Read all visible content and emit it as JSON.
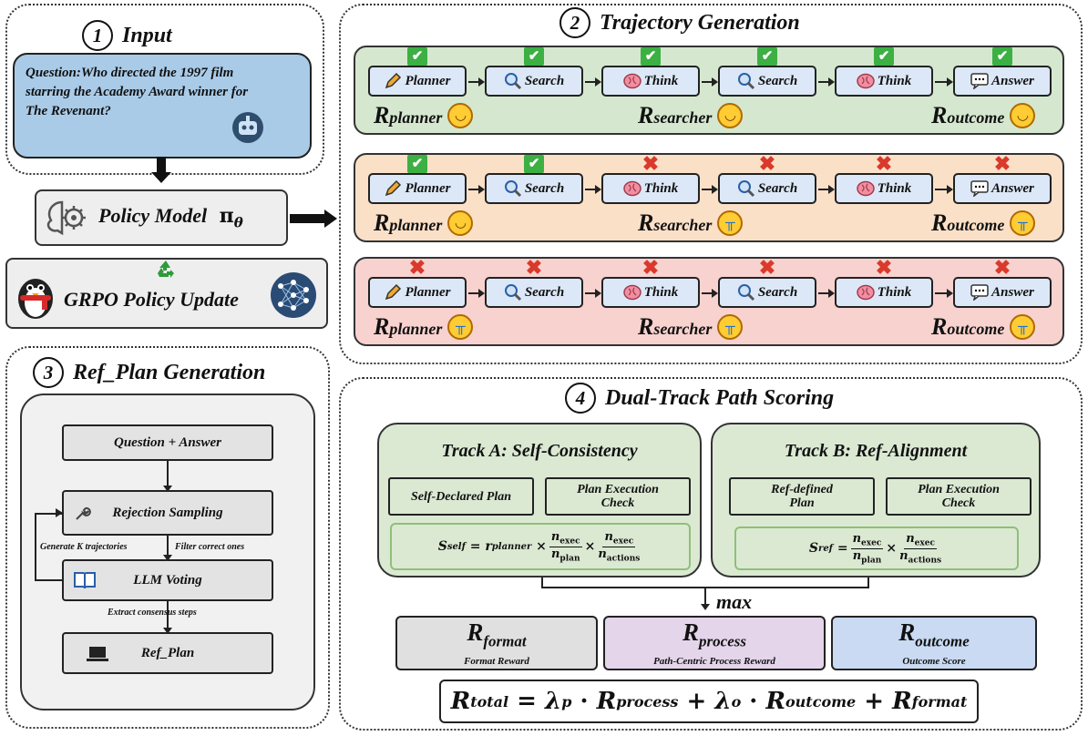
{
  "input": {
    "num": "1",
    "title": "Input",
    "question": "Question:Who directed the 1997 film starring the Academy Award winner for The Revenant?"
  },
  "policy": {
    "label": "Policy Model",
    "symbol": "π",
    "sub": "θ"
  },
  "grpo": {
    "label": "GRPO Policy Update"
  },
  "traj": {
    "num": "2",
    "title": "Trajectory Generation",
    "steps": [
      "Planner",
      "Search",
      "Think",
      "Search",
      "Think",
      "Answer"
    ],
    "rewards": {
      "planner": "planner",
      "searcher": "searcher",
      "outcome": "outcome",
      "R": "R"
    },
    "rows": [
      {
        "color": "#d5e8cf",
        "marks": [
          "ok",
          "ok",
          "ok",
          "ok",
          "ok",
          "ok"
        ],
        "faces": [
          "happy",
          "happy",
          "happy"
        ]
      },
      {
        "color": "#fbe0c8",
        "marks": [
          "ok",
          "ok",
          "no",
          "no",
          "no",
          "no"
        ],
        "faces": [
          "happy",
          "sad",
          "sad"
        ]
      },
      {
        "color": "#f8d2cf",
        "marks": [
          "no",
          "no",
          "no",
          "no",
          "no",
          "no"
        ],
        "faces": [
          "sad",
          "sad",
          "sad"
        ]
      }
    ]
  },
  "refplan": {
    "num": "3",
    "title": "Ref_Plan Generation",
    "qa": "Question + Answer",
    "rejection": "Rejection Sampling",
    "gen_k": "Generate K trajectories",
    "filter": "Filter correct ones",
    "voting": "LLM Voting",
    "extract": "Extract consensus steps",
    "ref_plan": "Ref_Plan"
  },
  "scoring": {
    "num": "4",
    "title": "Dual-Track Path Scoring",
    "trackA": {
      "title": "Track A: Self-Consistency",
      "box1": "Self-Declared Plan",
      "box2": "Plan Execution Check"
    },
    "trackB": {
      "title": "Track B: Ref-Alignment",
      "box1": "Ref-defined Plan",
      "box2": "Plan Execution Check"
    },
    "max": "max",
    "format": {
      "sub": "format",
      "caption": "Format Reward",
      "color": "#e0e0e0"
    },
    "process": {
      "sub": "process",
      "caption": "Path-Centric Process Reward",
      "color": "#e4d5ea"
    },
    "outcome": {
      "sub": "outcome",
      "caption": "Outcome Score",
      "color": "#c9daf2"
    }
  },
  "icons": {
    "check": "check-icon",
    "cross": "cross-icon",
    "pencil": "pencil-icon",
    "magnifier": "magnifier-icon",
    "brain": "brain-icon",
    "chat": "chat-icon",
    "robot": "robot-icon",
    "penguin": "penguin-icon",
    "recycle": "recycle-icon",
    "network": "network-icon",
    "wrench": "wrench-icon",
    "book": "book-icon",
    "laptop": "laptop-icon"
  }
}
